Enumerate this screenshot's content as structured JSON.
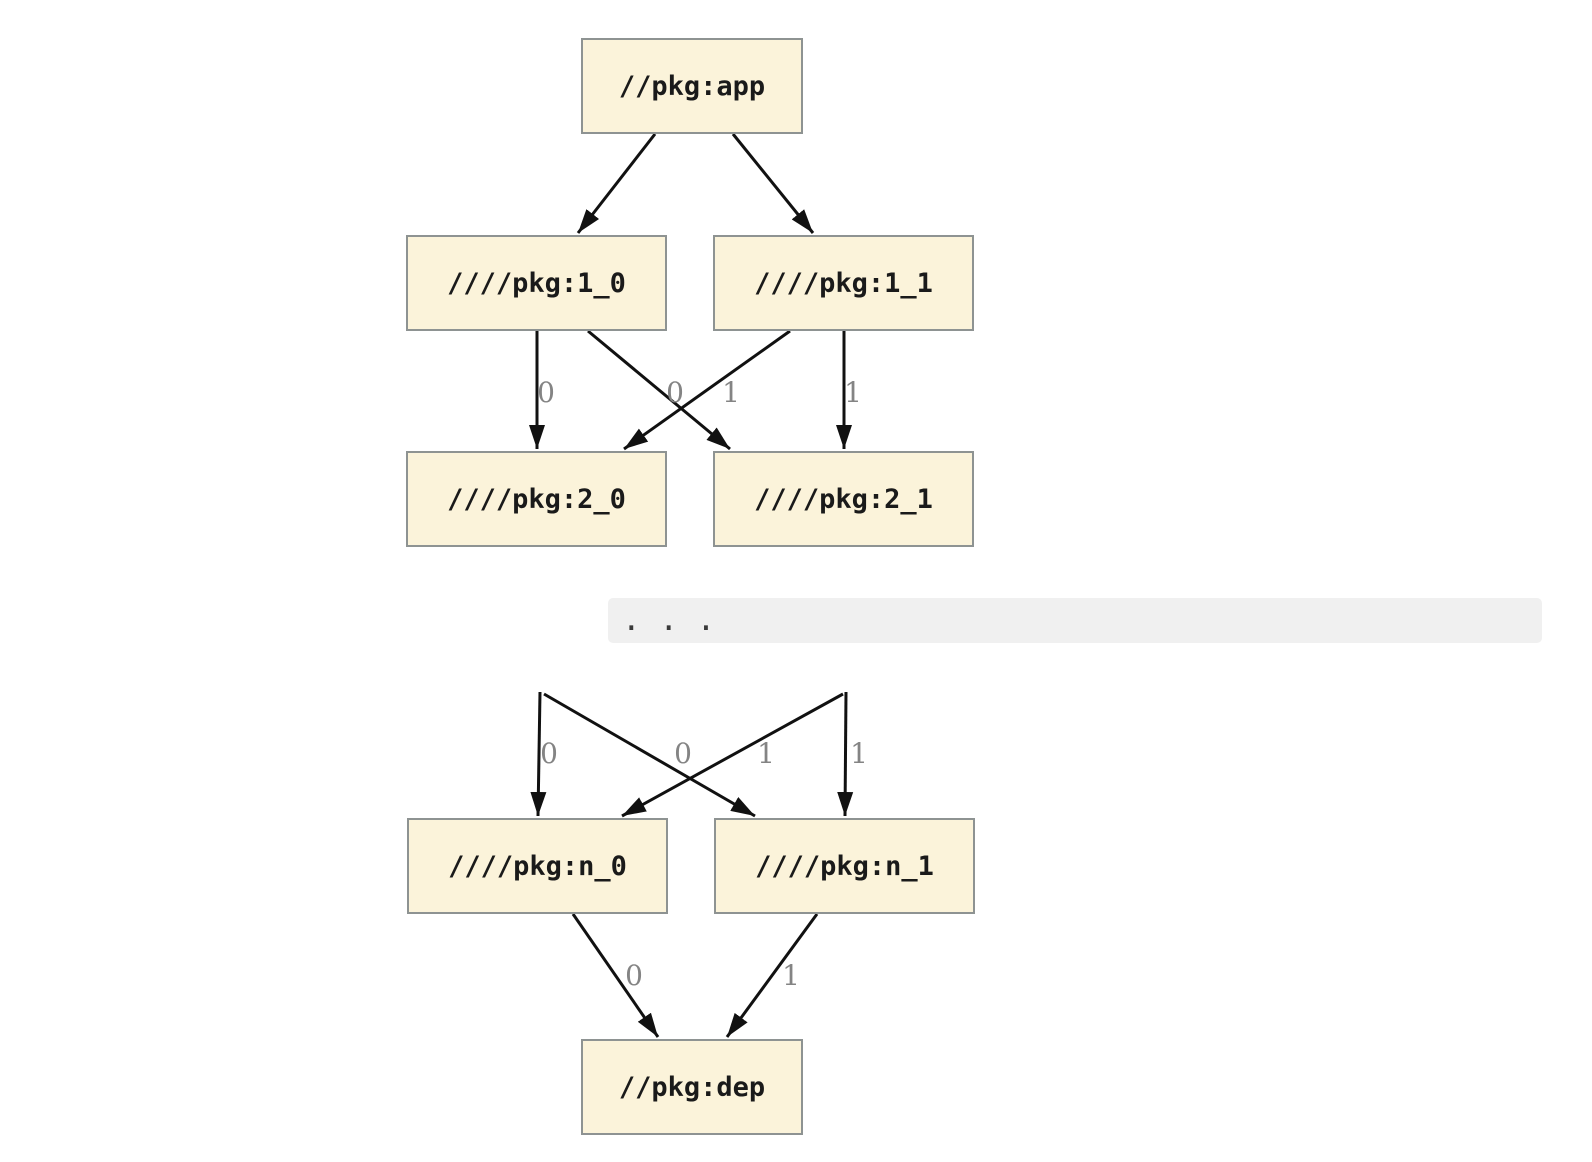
{
  "nodes": {
    "app": "//pkg:app",
    "l1_0": "////pkg:1_0",
    "l1_1": "////pkg:1_1",
    "l2_0": "////pkg:2_0",
    "l2_1": "////pkg:2_1",
    "ln_0": "////pkg:n_0",
    "ln_1": "////pkg:n_1",
    "dep": "//pkg:dep"
  },
  "edge_labels": {
    "upper": {
      "e1": "0",
      "e2": "0",
      "e3": "1",
      "e4": "1"
    },
    "lower": {
      "e1": "0",
      "e2": "0",
      "e3": "1",
      "e4": "1"
    },
    "dep": {
      "e1": "0",
      "e2": "1"
    }
  },
  "edges": [
    {
      "from": "//pkg:app",
      "to": "////pkg:1_0",
      "label": ""
    },
    {
      "from": "//pkg:app",
      "to": "////pkg:1_1",
      "label": ""
    },
    {
      "from": "////pkg:1_0",
      "to": "////pkg:2_0",
      "label": "0"
    },
    {
      "from": "////pkg:1_1",
      "to": "////pkg:2_0",
      "label": "0"
    },
    {
      "from": "////pkg:1_0",
      "to": "////pkg:2_1",
      "label": "1"
    },
    {
      "from": "////pkg:1_1",
      "to": "////pkg:2_1",
      "label": "1"
    },
    {
      "from": "...",
      "to": "////pkg:n_0",
      "label": "0"
    },
    {
      "from": "...",
      "to": "////pkg:n_0",
      "label": "0"
    },
    {
      "from": "...",
      "to": "////pkg:n_1",
      "label": "1"
    },
    {
      "from": "...",
      "to": "////pkg:n_1",
      "label": "1"
    },
    {
      "from": "////pkg:n_0",
      "to": "//pkg:dep",
      "label": "0"
    },
    {
      "from": "////pkg:n_1",
      "to": "//pkg:dep",
      "label": "1"
    }
  ],
  "ellipsis": {
    "text": ". . ."
  },
  "colors": {
    "node_fill": "#fbf3da",
    "node_border": "#8e9392",
    "edge": "#111111",
    "edge_label": "#848484",
    "code_block_bg": "#f0f0f0"
  }
}
